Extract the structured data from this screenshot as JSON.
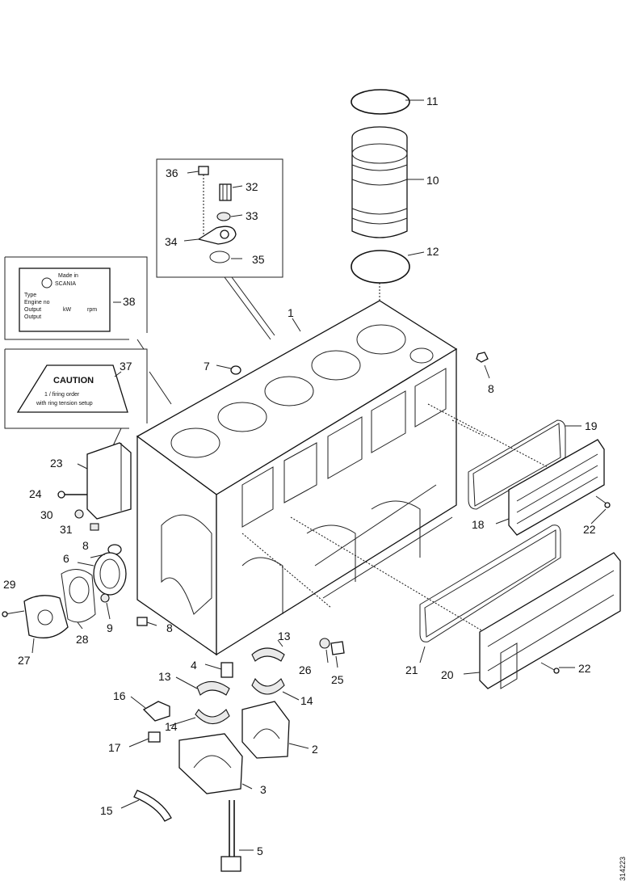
{
  "labels": {
    "l1": "1",
    "l2": "2",
    "l3": "3",
    "l4": "4",
    "l5": "5",
    "l6": "6",
    "l7": "7",
    "l8a": "8",
    "l8b": "8",
    "l8c": "8",
    "l9": "9",
    "l10": "10",
    "l11": "11",
    "l12": "12",
    "l13a": "13",
    "l13b": "13",
    "l14a": "14",
    "l14b": "14",
    "l15": "15",
    "l16": "16",
    "l17": "17",
    "l18": "18",
    "l19": "19",
    "l20": "20",
    "l21": "21",
    "l22a": "22",
    "l22b": "22",
    "l23": "23",
    "l24": "24",
    "l25": "25",
    "l26": "26",
    "l27": "27",
    "l28": "28",
    "l29": "29",
    "l30": "30",
    "l31": "31",
    "l32": "32",
    "l33": "33",
    "l34": "34",
    "l35": "35",
    "l36": "36",
    "l37": "37",
    "l38": "38"
  },
  "plate38": {
    "brand": "SCANIA",
    "made_in": "Made in",
    "line_type": "Type",
    "line_engine": "Engine no",
    "line_output1": "Output",
    "line_output2": "Output",
    "unit_kw": "kW",
    "unit_rpm": "rpm"
  },
  "plate37": {
    "caution": "CAUTION",
    "line1": "1 / firing order",
    "line2": "with ring tension setup"
  },
  "drawing_number": "314223"
}
